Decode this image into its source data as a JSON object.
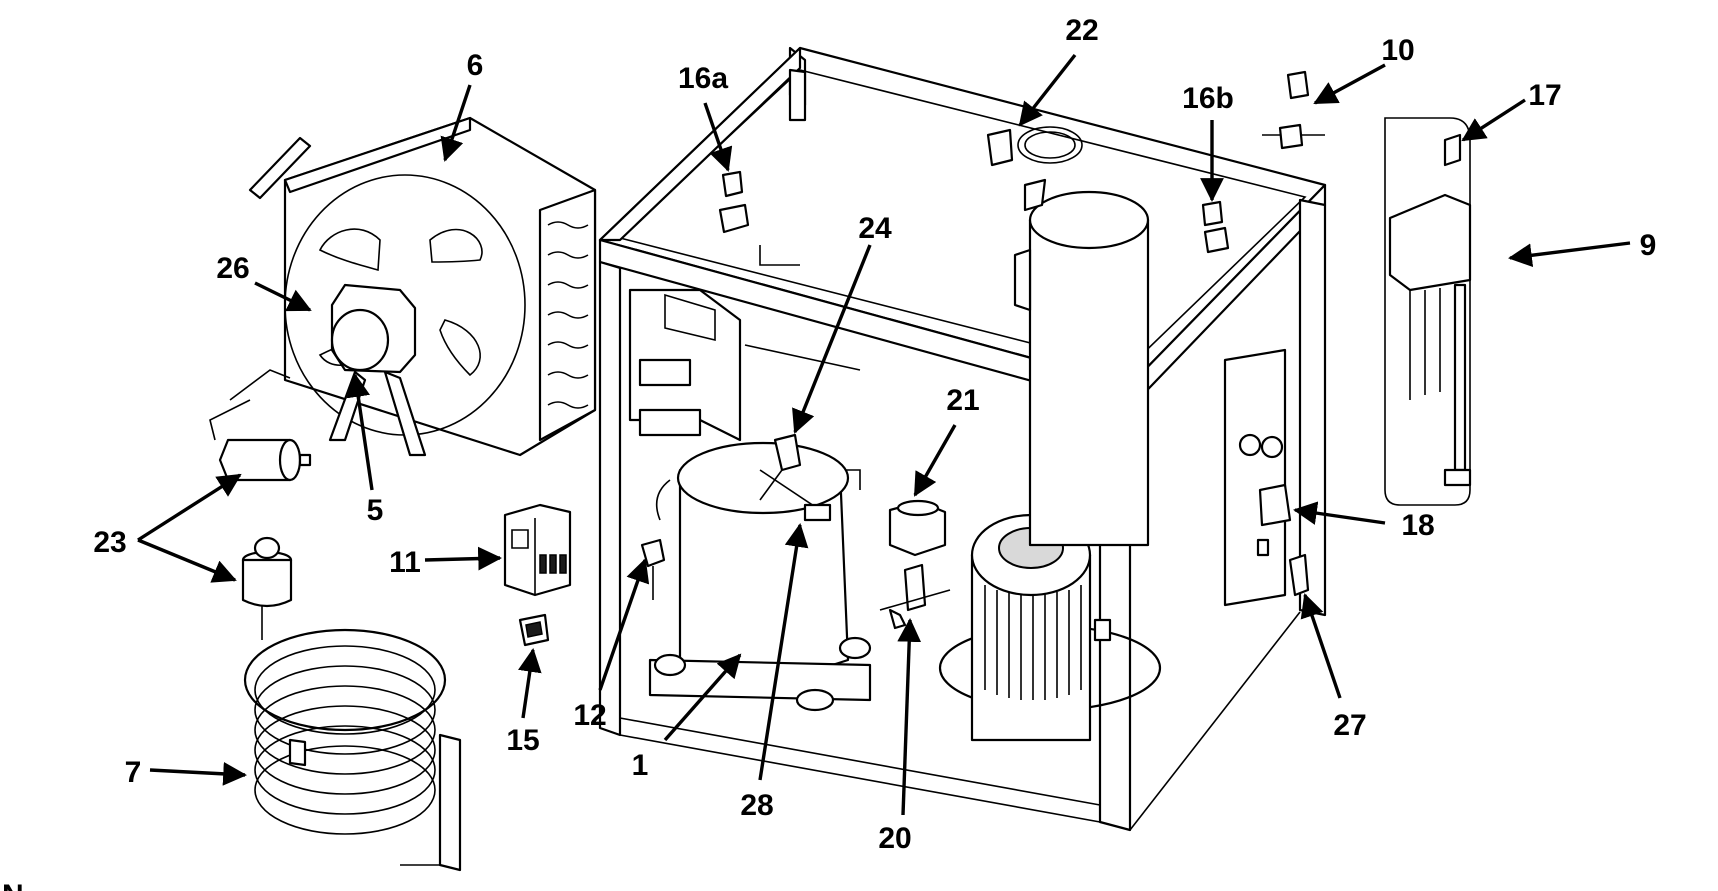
{
  "diagram": {
    "callouts": {
      "c1": "1",
      "c5": "5",
      "c6": "6",
      "c7": "7",
      "c9": "9",
      "c10": "10",
      "c11": "11",
      "c12": "12",
      "c15": "15",
      "c16a": "16a",
      "c16b": "16b",
      "c17": "17",
      "c18": "18",
      "c20": "20",
      "c21": "21",
      "c22": "22",
      "c23": "23",
      "c24": "24",
      "c26": "26",
      "c27": "27",
      "c28": "28"
    },
    "footer_text": "N"
  }
}
